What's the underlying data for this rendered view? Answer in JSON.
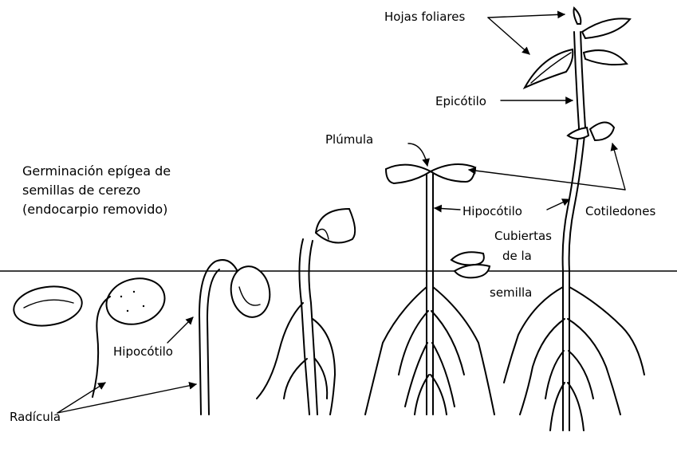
{
  "caption": {
    "line1": "Germinación epígea de",
    "line2": "semillas de cerezo",
    "line3": "(endocarpio removido)"
  },
  "labels": {
    "hojas_foliares": "Hojas foliares",
    "epicotilo": "Epicótilo",
    "plumula": "Plúmula",
    "hipocotilo_right": "Hipocótilo",
    "cotiledones": "Cotiledones",
    "cubiertas": "Cubiertas",
    "de_la": "de la",
    "semilla": "semilla",
    "hipocotilo_left": "Hipocótilo",
    "radicula": "Radícula"
  }
}
